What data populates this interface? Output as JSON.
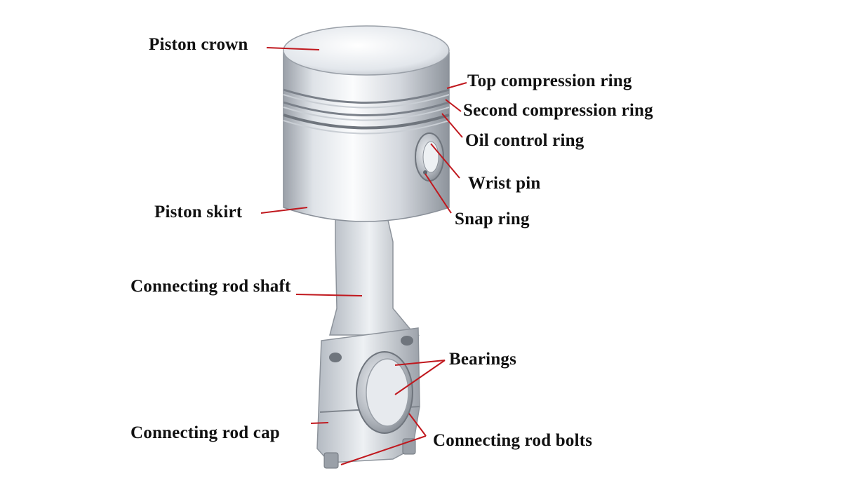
{
  "colors": {
    "background": "#ffffff",
    "leader_line": "#c0181e",
    "label_text": "#111111",
    "metal_light": "#f4f6f8",
    "metal_mid": "#c8cdd3",
    "metal_dark": "#8a9099"
  },
  "labels": {
    "piston_crown": "Piston crown",
    "top_compression_ring": "Top compression ring",
    "second_compression_ring": "Second compression ring",
    "oil_control_ring": "Oil control ring",
    "wrist_pin": "Wrist pin",
    "snap_ring": "Snap ring",
    "piston_skirt": "Piston skirt",
    "connecting_rod_shaft": "Connecting rod shaft",
    "bearings": "Bearings",
    "connecting_rod_cap": "Connecting rod cap",
    "connecting_rod_bolts": "Connecting rod bolts"
  }
}
